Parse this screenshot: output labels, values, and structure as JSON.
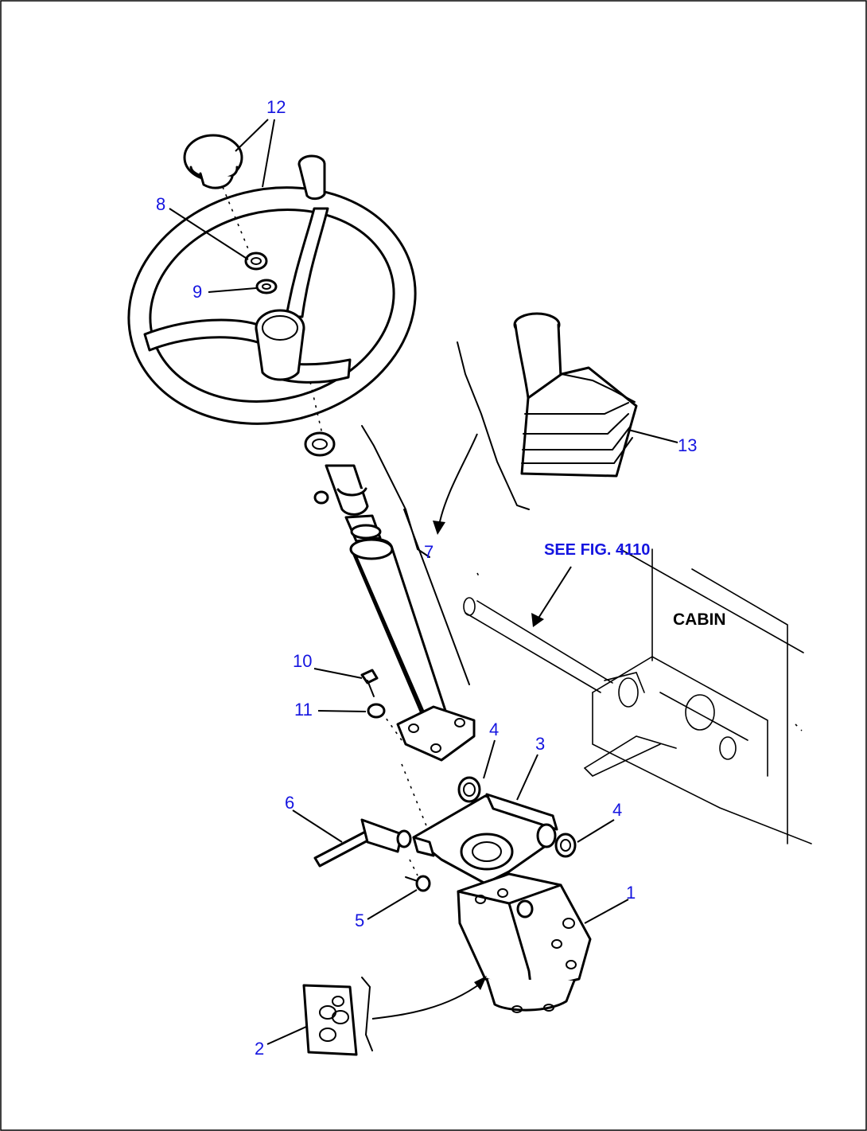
{
  "callouts": {
    "c1": "1",
    "c2": "2",
    "c3": "3",
    "c4a": "4",
    "c4b": "4",
    "c5": "5",
    "c6": "6",
    "c7": "7",
    "c8": "8",
    "c9": "9",
    "c10": "10",
    "c11": "11",
    "c12": "12",
    "c13": "13"
  },
  "reference_text": "SEE FIG. 4110",
  "cabin_label": "CABIN",
  "colors": {
    "callout": "#1515e0",
    "line": "#000000",
    "background": "#ffffff"
  }
}
